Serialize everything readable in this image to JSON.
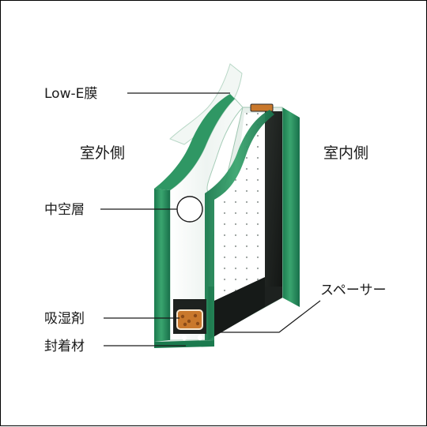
{
  "labels": {
    "low_e": "Low-E膜",
    "outdoor": "室外側",
    "indoor": "室内側",
    "air_layer": "中空層",
    "spacer": "スペーサー",
    "desiccant": "吸湿剤",
    "sealant": "封着材"
  },
  "colors": {
    "glass_edge": "#1f8a58",
    "glass_edge_light": "#46b07e",
    "glass_face": "#f4f8f6",
    "spacer_dark": "#1d211f",
    "desiccant": "#c9782c",
    "text": "#1a1a1a"
  }
}
